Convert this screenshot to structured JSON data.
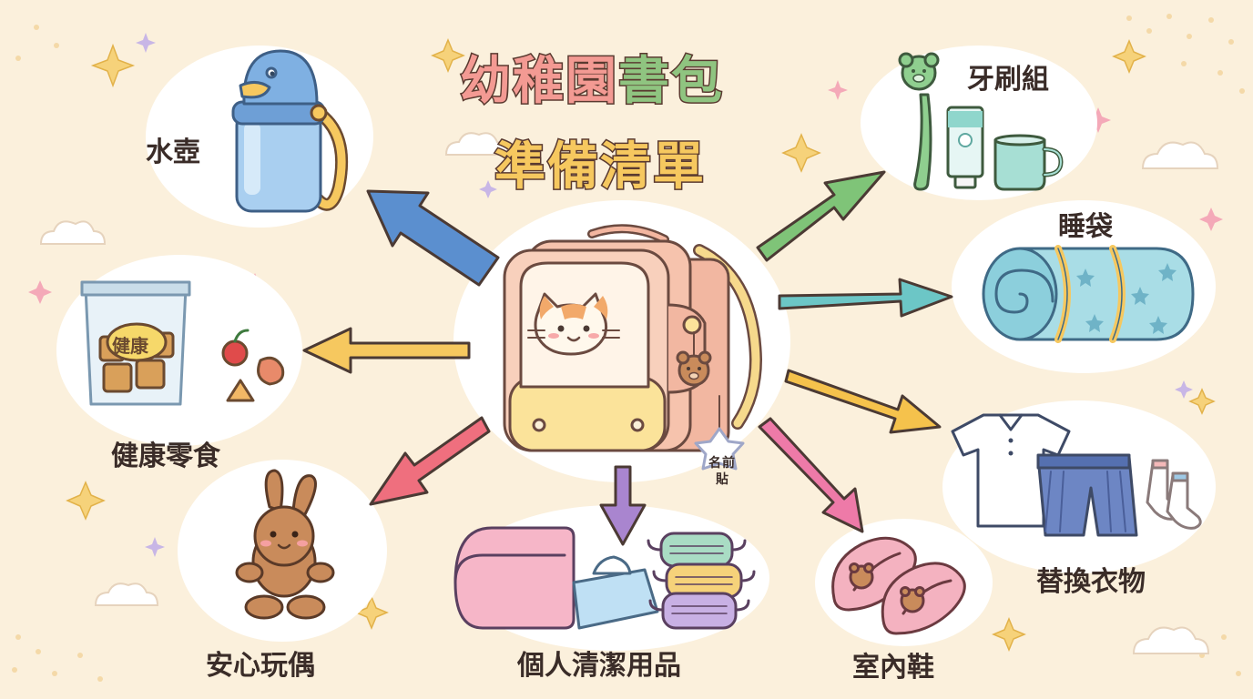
{
  "title": {
    "line1": [
      "幼",
      "稚",
      "園",
      "書",
      "包"
    ],
    "line2": [
      "準",
      "備",
      "清",
      "單"
    ],
    "line1_colors": [
      "#f39a93",
      "#f39a93",
      "#f39a93",
      "#8fc480",
      "#8fc480"
    ],
    "line2_colors": [
      "#f6c85f",
      "#f6c85f",
      "#f6c85f",
      "#f6c85f"
    ]
  },
  "center": {
    "item": "school-backpack",
    "name_tag": [
      "名",
      "前",
      "貼"
    ]
  },
  "items": {
    "water_bottle": {
      "label": "水壺",
      "icon": "duck-water-bottle",
      "arrow_color": "#5b8fcf"
    },
    "toothbrush_set": {
      "label": "牙刷組",
      "icon": "toothbrush-toothpaste-cup",
      "arrow_color": "#7fc478"
    },
    "sleeping_bag": {
      "label": "睡袋",
      "icon": "rolled-sleeping-bag",
      "arrow_color": "#6cc6c6"
    },
    "healthy_snacks": {
      "label": "健康零食",
      "icon": "snack-bag",
      "bag_label": "健康",
      "arrow_color": "#f6c85f"
    },
    "change_clothes": {
      "label": "替換衣物",
      "icon": "shirt-shorts-socks",
      "arrow_color": "#f5c24c"
    },
    "comfort_toy": {
      "label": "安心玩偶",
      "icon": "bunny-plush",
      "arrow_color": "#ef6f7e"
    },
    "hygiene": {
      "label": "個人清潔用品",
      "icon": "towel-wipes-masks",
      "arrow_color": "#a985cf"
    },
    "indoor_shoes": {
      "label": "室內鞋",
      "icon": "pink-slippers",
      "arrow_color": "#ee7aa8"
    }
  }
}
